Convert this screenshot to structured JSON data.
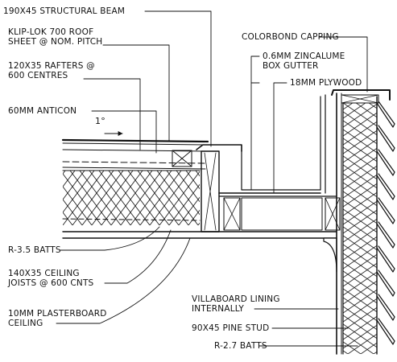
{
  "labels": {
    "beam": "190x45 STRUCTURAL BEAM",
    "roof_sheet_1": "KLIP-LOK 700 ROOF",
    "roof_sheet_2": "SHEET @ NOM. PITCH",
    "rafters_1": "120x35 RAFTERS @",
    "rafters_2": "600 CENTRES",
    "anticon": "60mm ANTICON",
    "pitch": "1°",
    "capping": "COLORBOND CAPPING",
    "gutter_1": "0.6mm ZINCALUME",
    "gutter_2": "BOX GUTTER",
    "plywood": "18mm PLYWOOD",
    "batts_ceiling": "R-3.5 BATTS",
    "joists_1": "140x35 CEILING",
    "joists_2": "JOISTS @ 600 CNTS",
    "plasterboard_1": "10mm PLASTERBOARD",
    "plasterboard_2": "CEILING",
    "villaboard_1": "VILLABOARD LINING",
    "villaboard_2": "INTERNALLY",
    "stud": "90x45 PINE STUD",
    "batts_wall": "R-2.7 BATTS"
  }
}
